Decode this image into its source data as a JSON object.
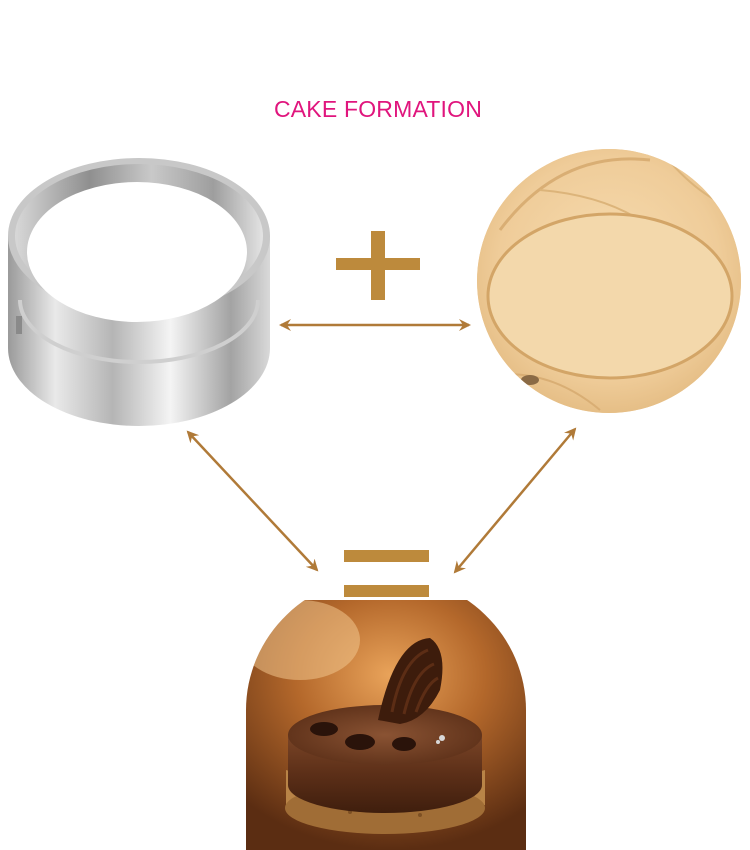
{
  "title": "CAKE FORMATION",
  "colors": {
    "title": "#e0157d",
    "symbols": "#bd8a3c",
    "arrows": "#b07a38"
  },
  "items": [
    {
      "name": "round-stainless-steel-ring-mold",
      "kind": "image"
    },
    {
      "name": "rolled-dough-circle",
      "kind": "image"
    },
    {
      "name": "chocolate-mousse-cake",
      "kind": "image"
    }
  ],
  "symbols": [
    "plus",
    "equals"
  ]
}
